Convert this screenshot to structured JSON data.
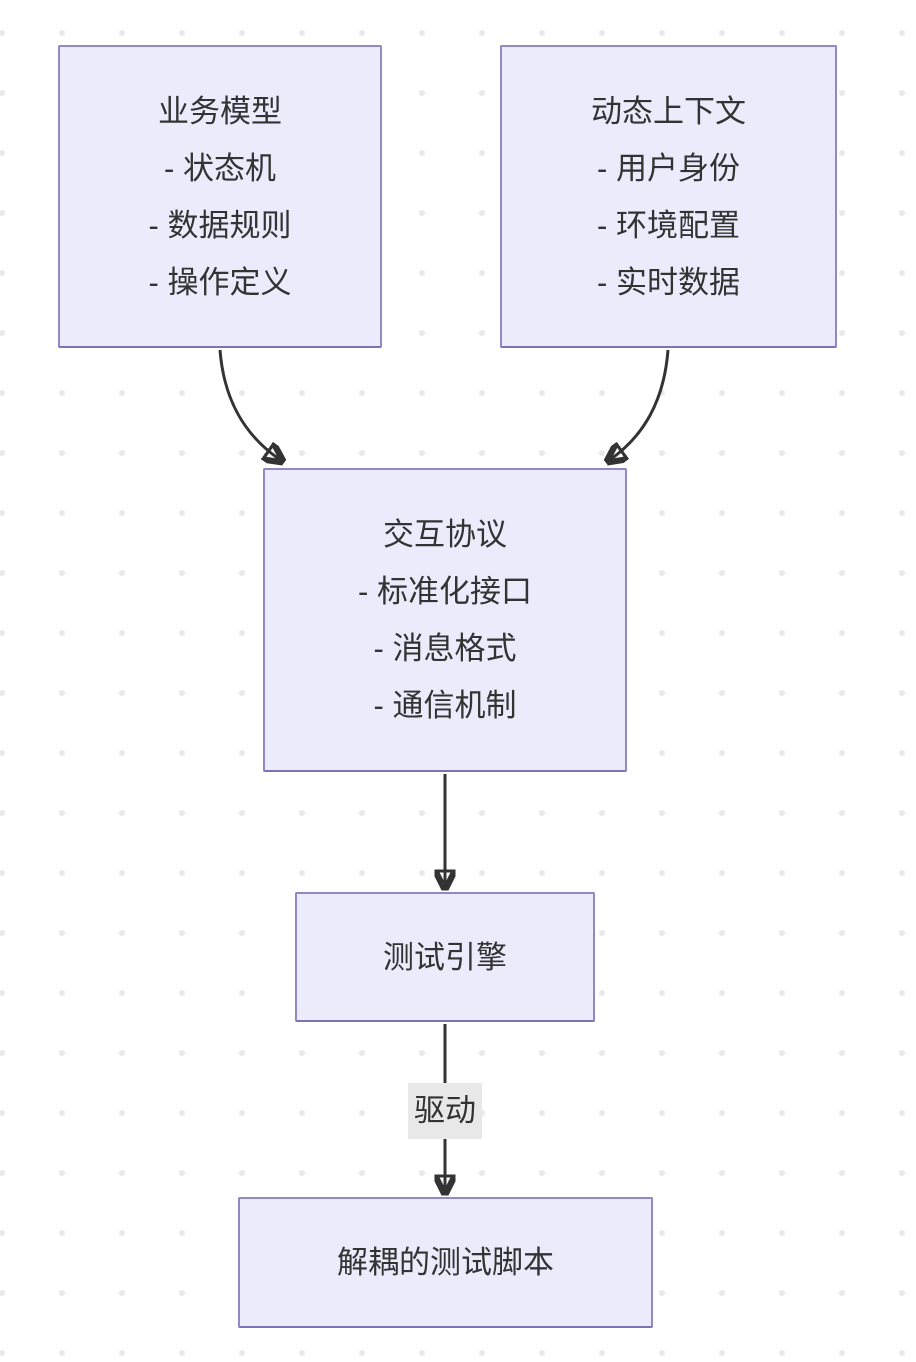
{
  "diagram": {
    "type": "flowchart-top-down",
    "nodes": {
      "business_model": {
        "title": "业务模型",
        "items": [
          "- 状态机",
          "- 数据规则",
          "- 操作定义"
        ]
      },
      "dynamic_context": {
        "title": "动态上下文",
        "items": [
          "- 用户身份",
          "- 环境配置",
          "- 实时数据"
        ]
      },
      "interaction_protocol": {
        "title": "交互协议",
        "items": [
          "- 标准化接口",
          "- 消息格式",
          "- 通信机制"
        ]
      },
      "test_engine": {
        "title": "测试引擎"
      },
      "decoupled_scripts": {
        "title": "解耦的测试脚本"
      }
    },
    "edges": [
      {
        "from": "business_model",
        "to": "interaction_protocol",
        "label": ""
      },
      {
        "from": "dynamic_context",
        "to": "interaction_protocol",
        "label": ""
      },
      {
        "from": "interaction_protocol",
        "to": "test_engine",
        "label": ""
      },
      {
        "from": "test_engine",
        "to": "decoupled_scripts",
        "label": "驱动"
      }
    ],
    "edge_labels": {
      "drive": "驱动"
    },
    "colors": {
      "node_fill": "#ECEBFB",
      "node_border": "#9188C4",
      "arrow": "#333333",
      "edge_label_bg": "#E8E8E8",
      "text": "#333333",
      "background_dots": "#E9E9E9"
    }
  }
}
